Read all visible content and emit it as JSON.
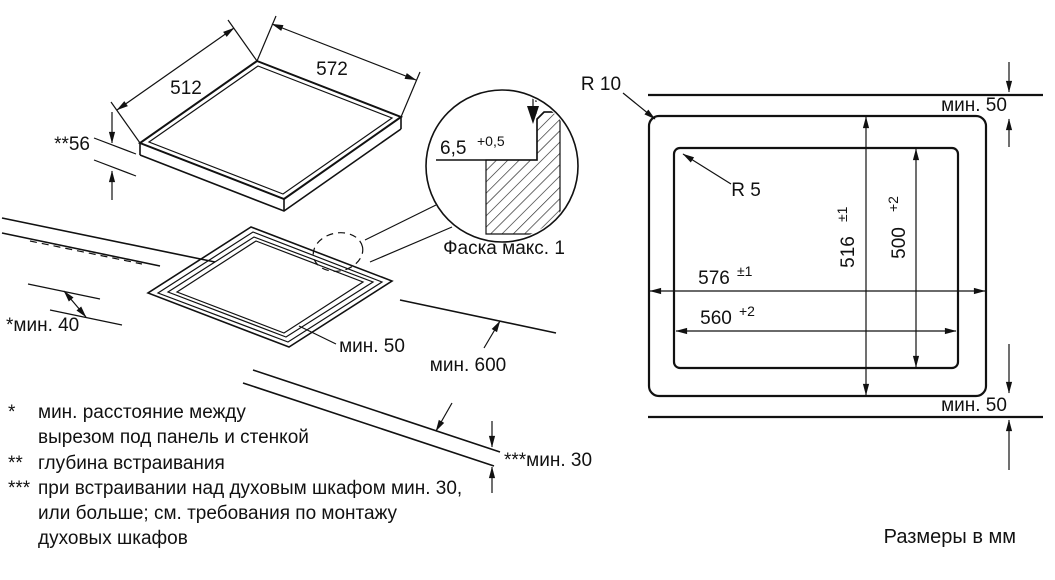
{
  "iso_view": {
    "dim_512": "512",
    "dim_572": "572",
    "dim_depth": "**56",
    "dim_min40": "*мин. 40",
    "dim_min50": "мин. 50",
    "dim_min600": "мин. 600",
    "dim_min30": "***мин. 30"
  },
  "detail_view": {
    "recess_value": "6,5",
    "recess_tol": "+0,5",
    "chamfer_note": "Фаска макс. 1"
  },
  "plan_view": {
    "radius_outer": "R 10",
    "radius_inner": "R 5",
    "clearance_top": "мин. 50",
    "clearance_bottom": "мин. 50",
    "width_outer": "576",
    "width_outer_tol": "±1",
    "width_inner": "560",
    "width_inner_tol": "+2",
    "height_outer": "516",
    "height_outer_tol": "±1",
    "height_inner": "500",
    "height_inner_tol": "+2"
  },
  "footnotes": [
    {
      "marker": "*",
      "lines": [
        "мин. расстояние между",
        "вырезом под панель и стенкой"
      ]
    },
    {
      "marker": "**",
      "lines": [
        "глубина встраивания"
      ]
    },
    {
      "marker": "***",
      "lines": [
        "при встраивании над духовым шкафом мин. 30,",
        "или больше; см. требования по монтажу",
        "духовых шкафов"
      ]
    }
  ],
  "units_note": "Размеры в мм"
}
